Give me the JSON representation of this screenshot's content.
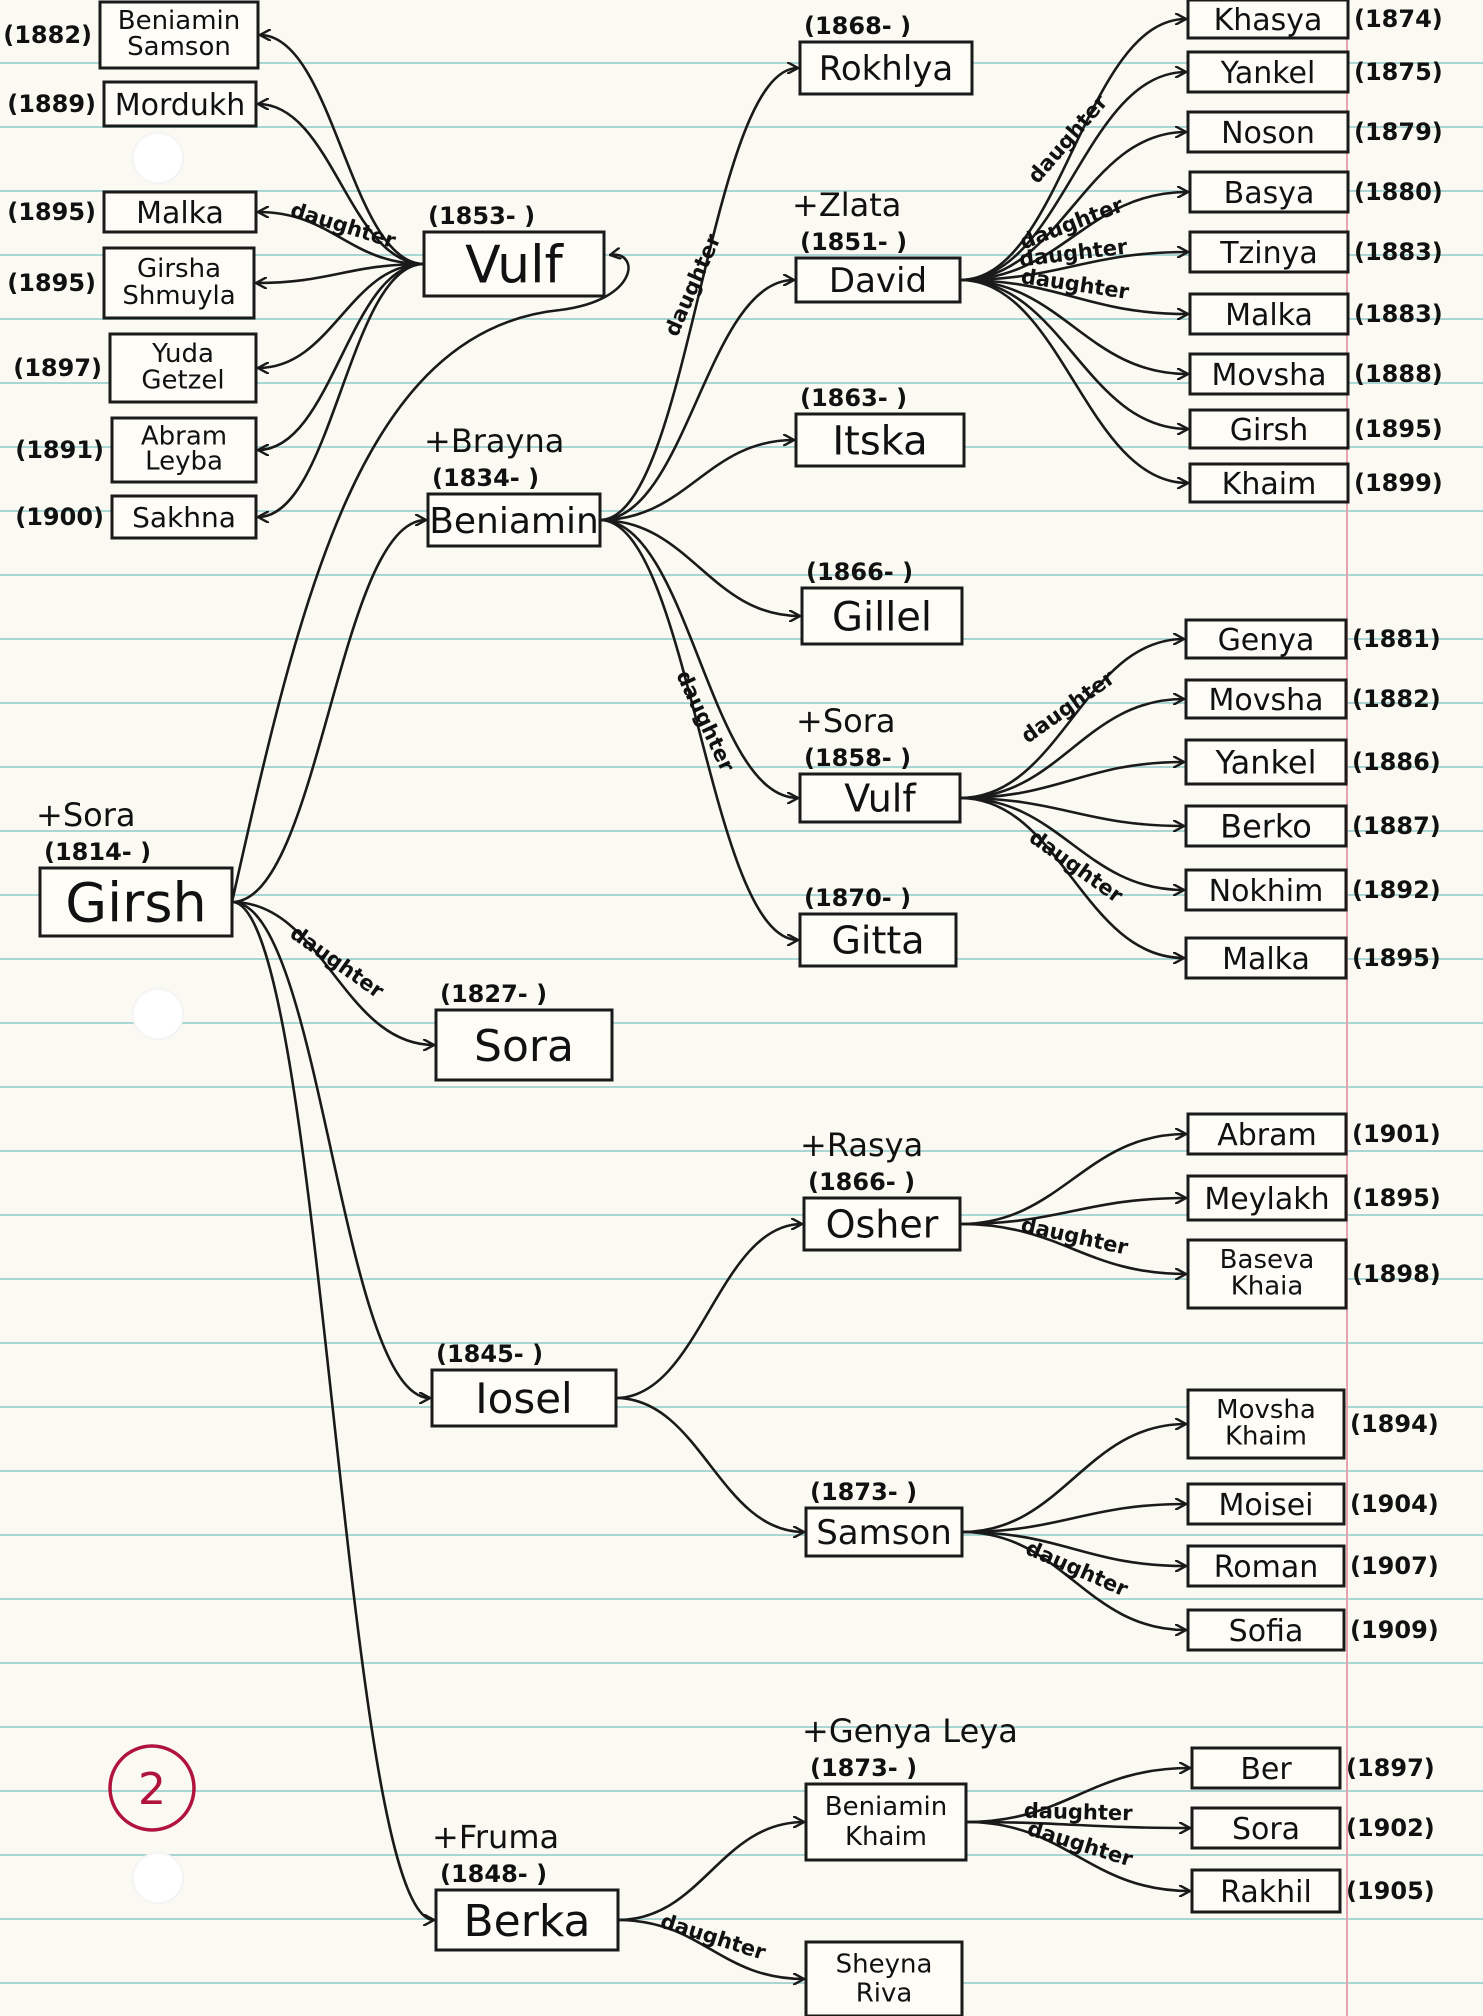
{
  "page_number": "2",
  "nodes": [
    {
      "id": "girsh",
      "lines": [
        "Girsh"
      ],
      "date": "(1814-       )",
      "spouse": "+Sora"
    },
    {
      "id": "vulf1",
      "lines": [
        "Vulf"
      ],
      "date": "(1853-       )"
    },
    {
      "id": "beniamin1",
      "lines": [
        "Beniamin"
      ],
      "date": "(1834-       )",
      "spouse": "+Brayna"
    },
    {
      "id": "sora1",
      "lines": [
        "Sora"
      ],
      "date": "(1827-       )"
    },
    {
      "id": "iosel",
      "lines": [
        "Iosel"
      ],
      "date": "(1845-       )"
    },
    {
      "id": "berka",
      "lines": [
        "Berka"
      ],
      "date": "(1848-       )",
      "spouse": "+Fruma"
    },
    {
      "id": "v_beniamin_samson",
      "lines": [
        "Beniamin",
        "Samson"
      ],
      "date": "(1882)"
    },
    {
      "id": "v_mordukh",
      "lines": [
        "Mordukh"
      ],
      "date": "(1889)"
    },
    {
      "id": "v_malka",
      "lines": [
        "Malka"
      ],
      "date": "(1895)"
    },
    {
      "id": "v_girsha",
      "lines": [
        "Girsha",
        "Shmuyla"
      ],
      "date": "(1895)"
    },
    {
      "id": "v_yuda",
      "lines": [
        "Yuda",
        "Getzel"
      ],
      "date": "(1897)"
    },
    {
      "id": "v_abram",
      "lines": [
        "Abram",
        "Leyba"
      ],
      "date": "(1891)"
    },
    {
      "id": "v_sakhna",
      "lines": [
        "Sakhna"
      ],
      "date": "(1900)"
    },
    {
      "id": "rokhlya",
      "lines": [
        "Rokhlya"
      ],
      "date": "(1868-       )"
    },
    {
      "id": "david",
      "lines": [
        "David"
      ],
      "date": "(1851-       )",
      "spouse": "+Zlata"
    },
    {
      "id": "itska",
      "lines": [
        "Itska"
      ],
      "date": "(1863-       )"
    },
    {
      "id": "gillel",
      "lines": [
        "Gillel"
      ],
      "date": "(1866-       )"
    },
    {
      "id": "vulf2",
      "lines": [
        "Vulf"
      ],
      "date": "(1858-       )",
      "spouse": "+Sora"
    },
    {
      "id": "gitta",
      "lines": [
        "Gitta"
      ],
      "date": "(1870-       )"
    },
    {
      "id": "d_khasya",
      "lines": [
        "Khasya"
      ],
      "date": "(1874)"
    },
    {
      "id": "d_yankel",
      "lines": [
        "Yankel"
      ],
      "date": "(1875)"
    },
    {
      "id": "d_noson",
      "lines": [
        "Noson"
      ],
      "date": "(1879)"
    },
    {
      "id": "d_basya",
      "lines": [
        "Basya"
      ],
      "date": "(1880)"
    },
    {
      "id": "d_tzinya",
      "lines": [
        "Tzinya"
      ],
      "date": "(1883)"
    },
    {
      "id": "d_malka",
      "lines": [
        "Malka"
      ],
      "date": "(1883)"
    },
    {
      "id": "d_movsha",
      "lines": [
        "Movsha"
      ],
      "date": "(1888)"
    },
    {
      "id": "d_girsh",
      "lines": [
        "Girsh"
      ],
      "date": "(1895)"
    },
    {
      "id": "d_khaim",
      "lines": [
        "Khaim"
      ],
      "date": "(1899)"
    },
    {
      "id": "w_genya",
      "lines": [
        "Genya"
      ],
      "date": "(1881)"
    },
    {
      "id": "w_movsha",
      "lines": [
        "Movsha"
      ],
      "date": "(1882)"
    },
    {
      "id": "w_yankel",
      "lines": [
        "Yankel"
      ],
      "date": "(1886)"
    },
    {
      "id": "w_berko",
      "lines": [
        "Berko"
      ],
      "date": "(1887)"
    },
    {
      "id": "w_nokhim",
      "lines": [
        "Nokhim"
      ],
      "date": "(1892)"
    },
    {
      "id": "w_malka",
      "lines": [
        "Malka"
      ],
      "date": "(1895)"
    },
    {
      "id": "osher",
      "lines": [
        "Osher"
      ],
      "date": "(1866-       )",
      "spouse": "+Rasya"
    },
    {
      "id": "samson",
      "lines": [
        "Samson"
      ],
      "date": "(1873-       )"
    },
    {
      "id": "o_abram",
      "lines": [
        "Abram"
      ],
      "date": "(1901)"
    },
    {
      "id": "o_meylakh",
      "lines": [
        "Meylakh"
      ],
      "date": "(1895)"
    },
    {
      "id": "o_baseva",
      "lines": [
        "Baseva",
        "Khaia"
      ],
      "date": "(1898)"
    },
    {
      "id": "s_movsha",
      "lines": [
        "Movsha",
        "Khaim"
      ],
      "date": "(1894)"
    },
    {
      "id": "s_moisei",
      "lines": [
        "Moisei"
      ],
      "date": "(1904)"
    },
    {
      "id": "s_roman",
      "lines": [
        "Roman"
      ],
      "date": "(1907)"
    },
    {
      "id": "s_sofia",
      "lines": [
        "Sofia"
      ],
      "date": "(1909)"
    },
    {
      "id": "bk",
      "lines": [
        "Beniamin",
        "Khaim"
      ],
      "date": "(1873-       )",
      "spouse": "+Genya Leya"
    },
    {
      "id": "sheyna",
      "lines": [
        "Sheyna",
        "Riva"
      ]
    },
    {
      "id": "bk_ber",
      "lines": [
        "Ber"
      ],
      "date": "(1897)"
    },
    {
      "id": "bk_sora",
      "lines": [
        "Sora"
      ],
      "date": "(1902)"
    },
    {
      "id": "bk_rakhil",
      "lines": [
        "Rakhil"
      ],
      "date": "(1905)"
    }
  ],
  "edges": [
    {
      "from": "girsh",
      "to": "vulf1"
    },
    {
      "from": "girsh",
      "to": "beniamin1"
    },
    {
      "from": "girsh",
      "to": "sora1",
      "label": "daughter"
    },
    {
      "from": "girsh",
      "to": "iosel"
    },
    {
      "from": "girsh",
      "to": "berka"
    },
    {
      "from": "vulf1",
      "to": "v_beniamin_samson"
    },
    {
      "from": "vulf1",
      "to": "v_mordukh"
    },
    {
      "from": "vulf1",
      "to": "v_malka",
      "label": "daughter"
    },
    {
      "from": "vulf1",
      "to": "v_girsha"
    },
    {
      "from": "vulf1",
      "to": "v_yuda"
    },
    {
      "from": "vulf1",
      "to": "v_abram"
    },
    {
      "from": "vulf1",
      "to": "v_sakhna"
    },
    {
      "from": "beniamin1",
      "to": "rokhlya",
      "label": "daughter"
    },
    {
      "from": "beniamin1",
      "to": "david"
    },
    {
      "from": "beniamin1",
      "to": "itska"
    },
    {
      "from": "beniamin1",
      "to": "gillel"
    },
    {
      "from": "beniamin1",
      "to": "vulf2"
    },
    {
      "from": "beniamin1",
      "to": "gitta",
      "label": "daughter"
    },
    {
      "from": "david",
      "to": "d_khasya",
      "label": "daughter"
    },
    {
      "from": "david",
      "to": "d_yankel"
    },
    {
      "from": "david",
      "to": "d_noson"
    },
    {
      "from": "david",
      "to": "d_basya",
      "label": "daughter"
    },
    {
      "from": "david",
      "to": "d_tzinya",
      "label": "daughter"
    },
    {
      "from": "david",
      "to": "d_malka",
      "label": "daughter"
    },
    {
      "from": "david",
      "to": "d_movsha"
    },
    {
      "from": "david",
      "to": "d_girsh"
    },
    {
      "from": "david",
      "to": "d_khaim"
    },
    {
      "from": "vulf2",
      "to": "w_genya",
      "label": "daughter"
    },
    {
      "from": "vulf2",
      "to": "w_movsha"
    },
    {
      "from": "vulf2",
      "to": "w_yankel"
    },
    {
      "from": "vulf2",
      "to": "w_berko"
    },
    {
      "from": "vulf2",
      "to": "w_nokhim"
    },
    {
      "from": "vulf2",
      "to": "w_malka",
      "label": "daughter"
    },
    {
      "from": "iosel",
      "to": "osher"
    },
    {
      "from": "iosel",
      "to": "samson"
    },
    {
      "from": "osher",
      "to": "o_abram"
    },
    {
      "from": "osher",
      "to": "o_meylakh"
    },
    {
      "from": "osher",
      "to": "o_baseva",
      "label": "daughter"
    },
    {
      "from": "samson",
      "to": "s_movsha"
    },
    {
      "from": "samson",
      "to": "s_moisei"
    },
    {
      "from": "samson",
      "to": "s_roman"
    },
    {
      "from": "samson",
      "to": "s_sofia",
      "label": "daughter"
    },
    {
      "from": "berka",
      "to": "bk"
    },
    {
      "from": "berka",
      "to": "sheyna",
      "label": "daughter"
    },
    {
      "from": "bk",
      "to": "bk_ber"
    },
    {
      "from": "bk",
      "to": "bk_sora",
      "label": "daughter"
    },
    {
      "from": "bk",
      "to": "bk_rakhil",
      "label": "daughter"
    }
  ]
}
